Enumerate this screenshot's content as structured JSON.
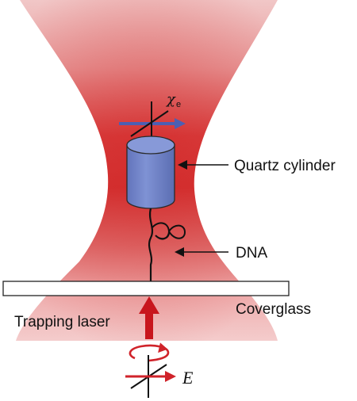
{
  "labels": {
    "quartz_cylinder": "Quartz cylinder",
    "dna": "DNA",
    "coverglass": "Coverglass",
    "trapping_laser": "Trapping laser",
    "polarization_symbol": "χ",
    "polarization_subscript": "e",
    "field_symbol": "E"
  },
  "colors": {
    "beam": "#d23a3a",
    "cylinder_fill": "#6f84c9",
    "cylinder_stroke": "#2a2a2a",
    "axis_arrow": "#4c5fb3",
    "laser_arrow": "#c8161d",
    "rotation_arrow": "#d0232a",
    "field_arrow": "#d0232a"
  },
  "icons": {
    "laser_direction": "up-arrow-icon",
    "rotation": "circular-arrow-icon",
    "polarization": "crosshair-icon"
  }
}
